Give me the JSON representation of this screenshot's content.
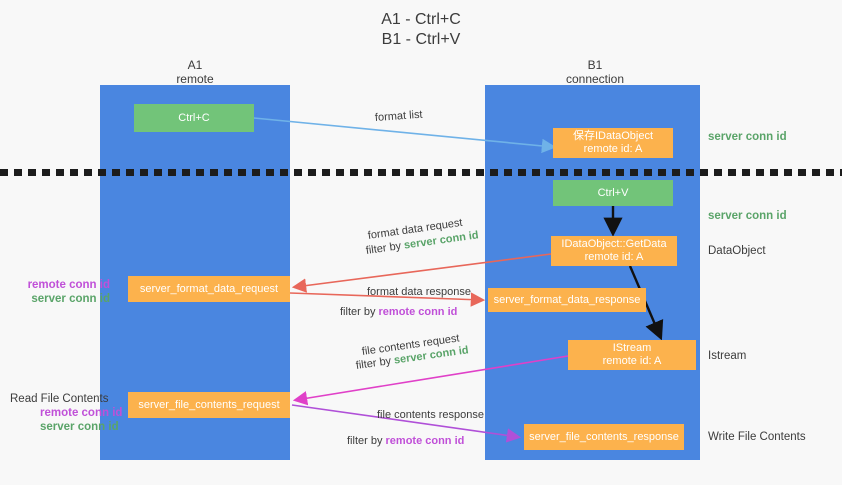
{
  "title": {
    "line1": "A1 - Ctrl+C",
    "line2": "B1 - Ctrl+V"
  },
  "columns": [
    {
      "name": "A1",
      "sub": "remote"
    },
    {
      "name": "B1",
      "sub": "connection"
    }
  ],
  "nodes": {
    "ctrl_c": "Ctrl+C",
    "idataobject_line1": "保存IDataObject",
    "idataobject_line2": "remote id: A",
    "ctrl_v": "Ctrl+V",
    "getdata_line1": "IDataObject::GetData",
    "getdata_line2": "remote id: A",
    "format_data_request": "server_format_data_request",
    "format_data_response": "server_format_data_response",
    "istream_line1": "IStream",
    "istream_line2": "remote id: A",
    "file_contents_request": "server_file_contents_request",
    "file_contents_response": "server_file_contents_response"
  },
  "side_labels": {
    "server_conn_id_top": "server conn id",
    "server_conn_id_mid": "server conn id",
    "dataobject": "DataObject",
    "istream": "Istream",
    "write_file_contents": "Write File Contents"
  },
  "left_labels": {
    "remote_conn_id_1": "remote conn id",
    "server_conn_id_1": "server conn id",
    "read_file_contents": "Read File Contents",
    "remote_conn_id_2": "remote conn id",
    "server_conn_id_2": "server conn id"
  },
  "edge_labels": {
    "format_list": "format list",
    "format_data_request": "format data request",
    "format_data_request_filter_prefix": "filter by ",
    "format_data_request_filter_value": "server conn id",
    "format_data_response": "format data response",
    "format_data_response_filter_prefix": "filter by ",
    "format_data_response_filter_value": "remote conn id",
    "file_contents_request": "file contents request",
    "file_contents_request_filter_prefix": "filter by ",
    "file_contents_request_filter_value": "server conn id",
    "file_contents_response": "file contents response",
    "file_contents_response_filter_prefix": "filter by ",
    "file_contents_response_filter_value": "remote conn id"
  },
  "colors": {
    "lane": "#4a86e0",
    "green_node": "#72c479",
    "orange_node": "#fcb24d",
    "server_conn_id": "#5aa469",
    "remote_conn_id": "#c050d8",
    "arrow_blue": "#6fb2e8",
    "arrow_red": "#e8675a",
    "arrow_magenta": "#e040c8",
    "arrow_purple": "#b050d8",
    "arrow_black": "#111111",
    "background": "#f8f8f8"
  }
}
